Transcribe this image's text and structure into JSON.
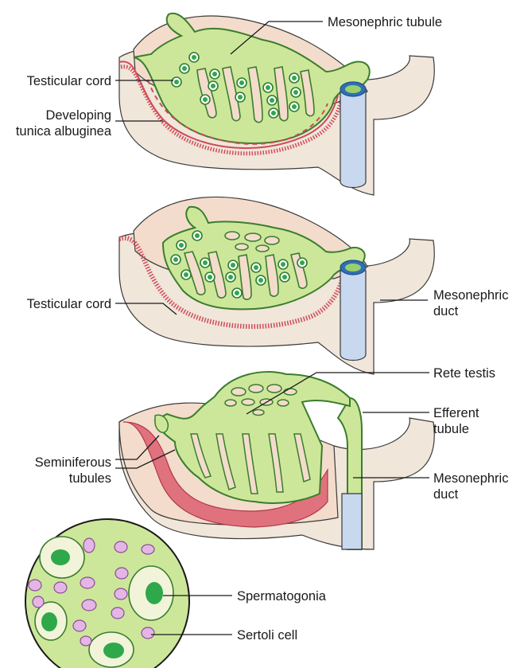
{
  "labels": {
    "mesonephric_tubule": "Mesonephric tubule",
    "testicular_cord_1": "Testicular cord",
    "developing_1": "Developing",
    "developing_2": "tunica albuginea",
    "testicular_cord_2": "Testicular cord",
    "mesonephric_duct_a_1": "Mesonephric",
    "mesonephric_duct_a_2": "duct",
    "rete_testis": "Rete testis",
    "efferent_1": "Efferent",
    "efferent_2": "tubule",
    "seminiferous_1": "Seminiferous",
    "seminiferous_2": "tubules",
    "mesonephric_duct_b_1": "Mesonephric",
    "mesonephric_duct_b_2": "duct",
    "spermatogonia": "Spermatogonia",
    "sertoli_cell": "Sertoli cell"
  },
  "colors": {
    "tubule_fill": "#cde79a",
    "tubule_stroke": "#3a7d2e",
    "tissue": "#f3dccb",
    "tunica": "#d04a5a",
    "duct": "#c8d8ef",
    "sertoli": "#e3b6e6"
  }
}
